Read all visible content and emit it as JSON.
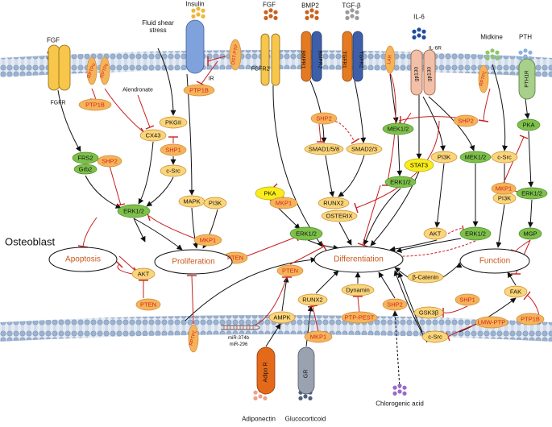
{
  "cell_label": "Osteoblast",
  "ligands": {
    "fgf_left": "FGF",
    "insulin": "Insulin",
    "fluid_shear": "Fluid shear\nstress",
    "fgf_top": "FGF",
    "bmp2": "BMP2",
    "tgfb": "TGF-β",
    "il6": "IL-6",
    "midkine": "Midkine",
    "pth": "PTH",
    "adiponectin": "Adiponectin",
    "glucocorticoid": "Glucocorticoid",
    "chlorogenic": "Chlorogenic acid",
    "alendronate": "Alendronate"
  },
  "receptors": {
    "fgfr_left": "FGFR",
    "ir": "IR",
    "fgfr2": "FGFR2",
    "bmpr1": "BMPR1",
    "bmpr2": "BMPR2",
    "tgfr1": "TGFR1",
    "tgfr2": "TGFR2",
    "gp130_a": "gp130",
    "gp130_b": "gp130",
    "il6r": "IL-6R",
    "pth1r": "PTH1R",
    "adipo_r": "Adipo R",
    "gr": "GR"
  },
  "ptps": {
    "rptpa": "RPTPα",
    "rptpe": "RPTPε",
    "ptp1b_a": "PTP1B",
    "ptp1b_b": "PTP1B",
    "ost_ptp": "OST-PTP",
    "shp2_a": "SHP2",
    "shp1_a": "SHP1",
    "shp2_b": "SHP2",
    "lar": "LAR",
    "shp2_c": "SHP2",
    "rptpz_a": "RPTPζ",
    "mkp1_a": "MKP1",
    "mkp1_b": "MKP1",
    "mkp1_c": "MKP1",
    "pten_a": "PTEN",
    "pten_b": "PTEN",
    "pten_c": "PTEN",
    "mkp1_d": "MKP1",
    "ptp_pest": "PTP-PEST",
    "shp2_d": "SHP2",
    "shp1_b": "SHP1",
    "lmw_ptp": "LMW-PTP",
    "ptp1b_c": "PTP1B",
    "rptpz_b": "RPTPζ"
  },
  "nodes": {
    "cx43": "CX43",
    "frs2": "FRS2",
    "grb2": "Grb2",
    "pkgii": "PKGII",
    "csrc_a": "c-Src",
    "erk_main": "ERK1/2",
    "mapk": "MAPK",
    "pi3k_a": "PI3K",
    "pka_a": "PKA",
    "smad158": "SMAD1/5/8",
    "smad23": "SMAD2/3",
    "mek_a": "MEK1/2",
    "erk_a": "ERK1/2",
    "runx2_a": "RUNX2",
    "osterix": "OSTERIX",
    "erk_b": "ERK1/2",
    "stat3": "STAT3",
    "pi3k_b": "PI3K",
    "mek_b": "MEK1/2",
    "akt_a": "AKT",
    "erk_c": "ERK1/2",
    "csrc_b": "c-Src",
    "pi3k_c": "PI3K",
    "pka_b": "PKA",
    "erk_d": "ERK1/2",
    "mgp": "MGP",
    "akt_b": "AKT",
    "runx2_b": "RUNX2",
    "dynamin": "Dynamin",
    "ampk": "AMPK",
    "bcatenin": "β-Catenin",
    "gsk3b": "GSK3β",
    "fak": "FAK",
    "csrc_c": "c-Src"
  },
  "outcomes": {
    "apoptosis": "Apoptosis",
    "proliferation": "Proliferation",
    "differentiation": "Differentiation",
    "function": "Function"
  },
  "mirna": {
    "line1": "miR-374b",
    "line2": "miR-296"
  },
  "colors": {
    "ptp_fill": "#f5b45a",
    "ptp_text": "#d4221a",
    "node_fill": "#fbd57a",
    "green_fill": "#7dc04a",
    "yellow_fill": "#f8ec1a",
    "outcome_text": "#c8561a",
    "inhibit": "#c81e1e",
    "membrane": "#8fa8c8"
  }
}
